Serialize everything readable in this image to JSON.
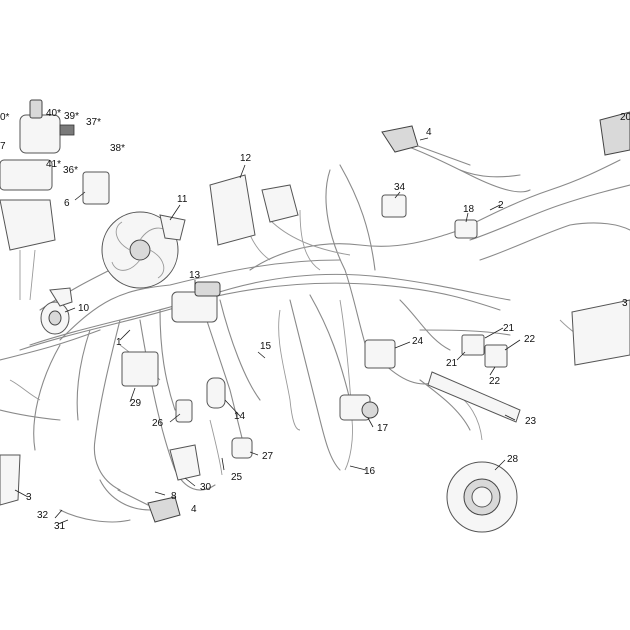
{
  "diagram": {
    "callouts": {
      "c1": "1",
      "c2": "2",
      "c3": "3",
      "c4a": "4",
      "c4b": "4",
      "c6": "6",
      "c7": "7",
      "c8": "8",
      "c10": "10",
      "c11": "11",
      "c12": "12",
      "c13": "13",
      "c14": "14",
      "c15": "15",
      "c16": "16",
      "c17": "17",
      "c18": "18",
      "c21a": "21",
      "c21b": "21",
      "c22a": "22",
      "c22b": "22",
      "c23": "23",
      "c24": "24",
      "c25": "25",
      "c26": "26",
      "c27": "27",
      "c28": "28",
      "c29": "29",
      "c30": "30",
      "c31": "31",
      "c32": "32",
      "c34": "34",
      "c36": "36*",
      "c37": "37*",
      "c38": "38*",
      "c39": "39*",
      "c40": "40*",
      "c40left": "0*",
      "c41": "41*",
      "c20": "20",
      "c3right": "3"
    }
  }
}
